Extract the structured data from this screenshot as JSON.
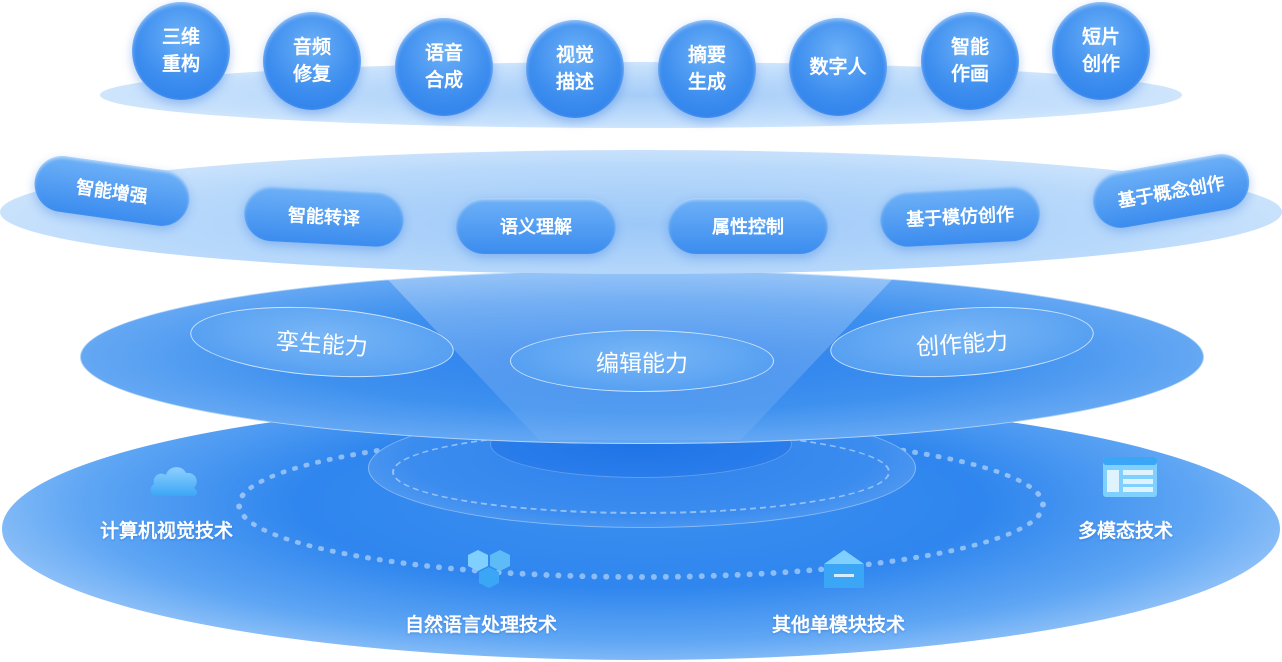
{
  "top_capabilities": [
    "三维\n重构",
    "音频\n修复",
    "语音\n合成",
    "视觉\n描述",
    "摘要\n生成",
    "数字人",
    "智能\n作画",
    "短片\n创作"
  ],
  "middle_functions": [
    "智能增强",
    "智能转译",
    "语义理解",
    "属性控制",
    "基于模仿创作",
    "基于概念创作"
  ],
  "abilities": [
    "孪生能力",
    "编辑能力",
    "创作能力"
  ],
  "technologies": [
    {
      "label": "计算机视觉技术",
      "icon": "cloud-icon"
    },
    {
      "label": "自然语言处理技术",
      "icon": "cubes-icon"
    },
    {
      "label": "其他单模块技术",
      "icon": "envelope-icon"
    },
    {
      "label": "多模态技术",
      "icon": "layout-icon"
    }
  ],
  "colors": {
    "primary": "#3d8eef",
    "light": "#a6cdf8",
    "text": "#ffffff"
  }
}
